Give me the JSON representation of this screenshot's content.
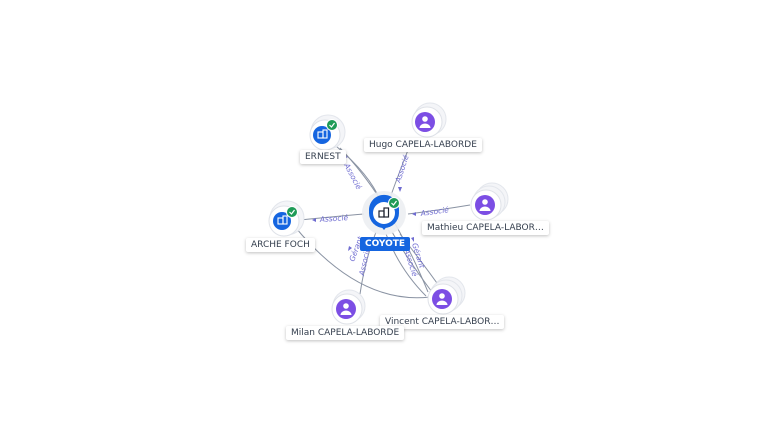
{
  "graph": {
    "center": {
      "label": "COYOTE",
      "icon": "building-icon",
      "verified": true
    },
    "companies": [
      {
        "label": "ERNEST",
        "icon": "building-icon",
        "verified": true
      },
      {
        "label": "ARCHE FOCH",
        "icon": "building-icon",
        "verified": true
      }
    ],
    "persons": [
      {
        "label": "Hugo CAPELA-LABORDE",
        "icon": "person-icon"
      },
      {
        "label": "Mathieu CAPELA-LABOR…",
        "icon": "person-icon"
      },
      {
        "label": "Vincent CAPELA-LABOR…",
        "icon": "person-icon"
      },
      {
        "label": "Milan CAPELA-LABORDE",
        "icon": "person-icon"
      }
    ],
    "edge_labels": {
      "associe": "Associé",
      "gerant": "Gérant"
    },
    "colors": {
      "company": "#1565e0",
      "person": "#7c4ee4",
      "verified": "#1e9b57",
      "edge_label": "#6f6cd1"
    }
  }
}
